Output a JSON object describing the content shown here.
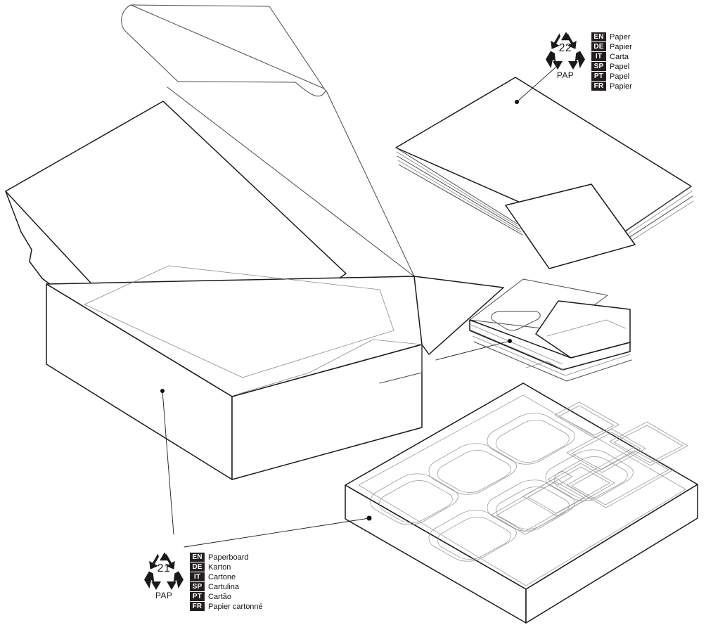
{
  "diagram": {
    "title": "Packaging components exploded isometric diagram",
    "background_color": "#ffffff",
    "line_color": "#1a1a1a",
    "badge_color": "#231f20",
    "badge_text_color": "#ffffff"
  },
  "components": [
    {
      "id": "box",
      "name": "Folding carton box with hinged lid"
    },
    {
      "id": "paper-stack",
      "name": "Stack of paper sheets with loose card"
    },
    {
      "id": "booklet",
      "name": "Folded paper sleeve booklet"
    },
    {
      "id": "tray",
      "name": "Moulded paperboard insert tray"
    }
  ],
  "labels": [
    {
      "id": "pap-22",
      "code": "22",
      "material_abbr": "PAP",
      "symbol_icon": "recycling-loop-icon",
      "languages": [
        {
          "badge": "EN",
          "name": "Paper"
        },
        {
          "badge": "DE",
          "name": "Papier"
        },
        {
          "badge": "IT",
          "name": "Carta"
        },
        {
          "badge": "SP",
          "name": "Papel"
        },
        {
          "badge": "PT",
          "name": "Papel"
        },
        {
          "badge": "FR",
          "name": "Papier"
        }
      ]
    },
    {
      "id": "pap-21",
      "code": "21",
      "material_abbr": "PAP",
      "symbol_icon": "recycling-loop-icon",
      "languages": [
        {
          "badge": "EN",
          "name": "Paperboard"
        },
        {
          "badge": "DE",
          "name": "Karton"
        },
        {
          "badge": "IT",
          "name": "Cartone"
        },
        {
          "badge": "SP",
          "name": "Cartulina"
        },
        {
          "badge": "PT",
          "name": "Cartão"
        },
        {
          "badge": "FR",
          "name": "Papier cartonné"
        }
      ]
    }
  ]
}
